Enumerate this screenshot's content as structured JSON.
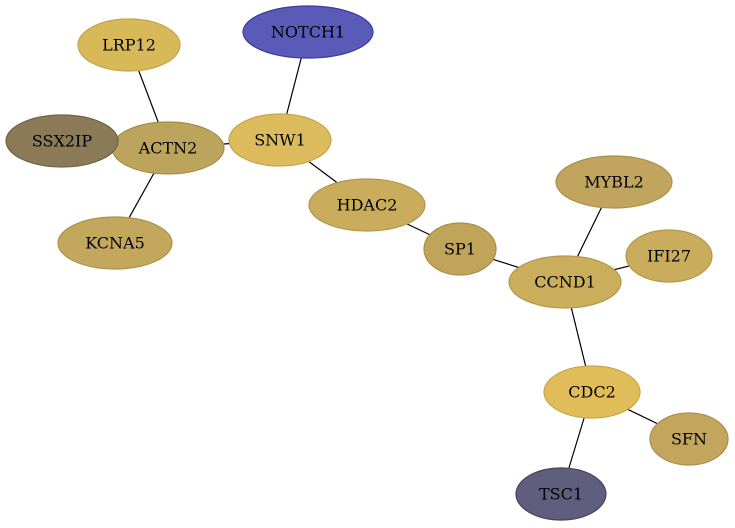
{
  "graph": {
    "nodes": [
      {
        "id": "NOTCH1",
        "label": "NOTCH1",
        "fill": "#5a5ab8",
        "stroke": "#3a3aa0"
      },
      {
        "id": "LRP12",
        "label": "LRP12",
        "fill": "#d8b95a",
        "stroke": "#c2a24a"
      },
      {
        "id": "SNW1",
        "label": "SNW1",
        "fill": "#dcbb5d",
        "stroke": "#c4a44b"
      },
      {
        "id": "ACTN2",
        "label": "ACTN2",
        "fill": "#bca45c",
        "stroke": "#a58e4b"
      },
      {
        "id": "SSX2IP",
        "label": "SSX2IP",
        "fill": "#8a7a58",
        "stroke": "#6f6244"
      },
      {
        "id": "KCNA5",
        "label": "KCNA5",
        "fill": "#c2a75d",
        "stroke": "#aa914c"
      },
      {
        "id": "HDAC2",
        "label": "HDAC2",
        "fill": "#c9ad5c",
        "stroke": "#b1964b"
      },
      {
        "id": "SP1",
        "label": "SP1",
        "fill": "#c0a45a",
        "stroke": "#a98f4a"
      },
      {
        "id": "MYBL2",
        "label": "MYBL2",
        "fill": "#c1a55e",
        "stroke": "#aa8f4d"
      },
      {
        "id": "IFI27",
        "label": "IFI27",
        "fill": "#c9ad5c",
        "stroke": "#b1964b"
      },
      {
        "id": "CCND1",
        "label": "CCND1",
        "fill": "#cbae5c",
        "stroke": "#b3974b"
      },
      {
        "id": "CDC2",
        "label": "CDC2",
        "fill": "#e0bd58",
        "stroke": "#c8a648"
      },
      {
        "id": "SFN",
        "label": "SFN",
        "fill": "#c2a65e",
        "stroke": "#ab904d"
      },
      {
        "id": "TSC1",
        "label": "TSC1",
        "fill": "#5f5e7c",
        "stroke": "#45445e"
      }
    ],
    "edges": [
      {
        "from": "NOTCH1",
        "to": "SNW1"
      },
      {
        "from": "LRP12",
        "to": "ACTN2"
      },
      {
        "from": "SSX2IP",
        "to": "ACTN2"
      },
      {
        "from": "ACTN2",
        "to": "SNW1"
      },
      {
        "from": "ACTN2",
        "to": "KCNA5"
      },
      {
        "from": "SNW1",
        "to": "HDAC2"
      },
      {
        "from": "HDAC2",
        "to": "SP1"
      },
      {
        "from": "SP1",
        "to": "CCND1"
      },
      {
        "from": "MYBL2",
        "to": "CCND1"
      },
      {
        "from": "IFI27",
        "to": "CCND1"
      },
      {
        "from": "CCND1",
        "to": "CDC2"
      },
      {
        "from": "CDC2",
        "to": "SFN"
      },
      {
        "from": "CDC2",
        "to": "TSC1"
      }
    ]
  }
}
